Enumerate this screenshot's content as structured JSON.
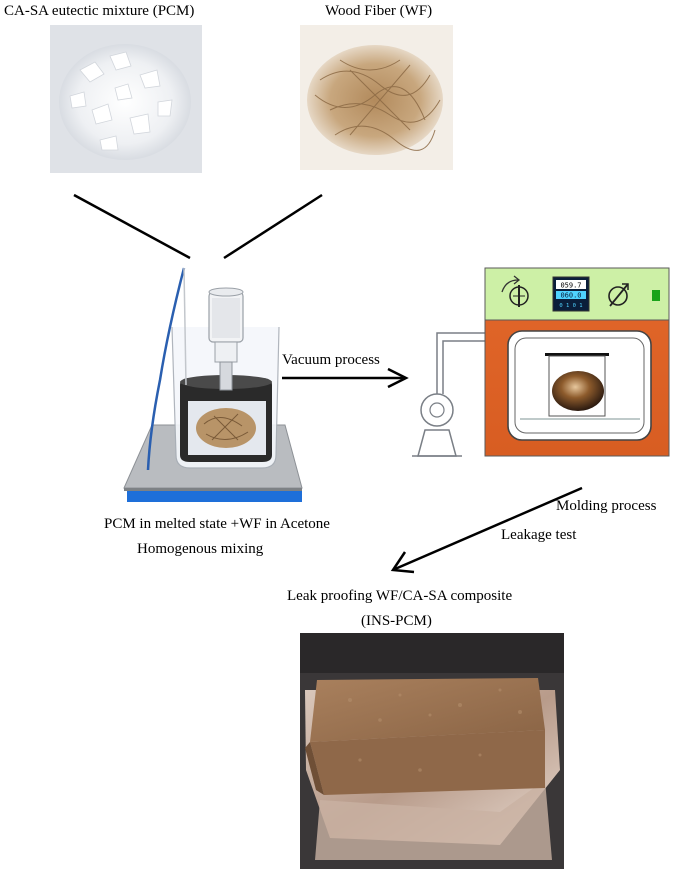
{
  "labels": {
    "pcm_title": "CA-SA eutectic mixture (PCM)",
    "wf_title": "Wood Fiber (WF)",
    "vacuum": "Vacuum process",
    "mixing_line1": "PCM in melted state +WF in Acetone",
    "mixing_line2": "Homogenous mixing",
    "molding": "Molding process",
    "leakage": "Leakage test",
    "composite_line1": "Leak proofing WF/CA-SA composite",
    "composite_line2": "(INS-PCM)"
  },
  "oven_display": {
    "line1": "059.7",
    "line2": "060.0",
    "line3": "0 1 0 1"
  },
  "colors": {
    "oven_body": "#e2672a",
    "oven_panel": "#cdf0a6",
    "oven_led": "#1aa31a",
    "display_bg": "#0a1e3a",
    "display_text": "#4fd3ff",
    "stirrer_base": "#1e6fd9",
    "stirrer_plate": "#b9bcc0",
    "probe": "#2a5fb0",
    "wood": "#b89468"
  },
  "icons": [
    "rotate-icon",
    "valve-icon",
    "dial-icon",
    "vacuum-pump-icon"
  ]
}
